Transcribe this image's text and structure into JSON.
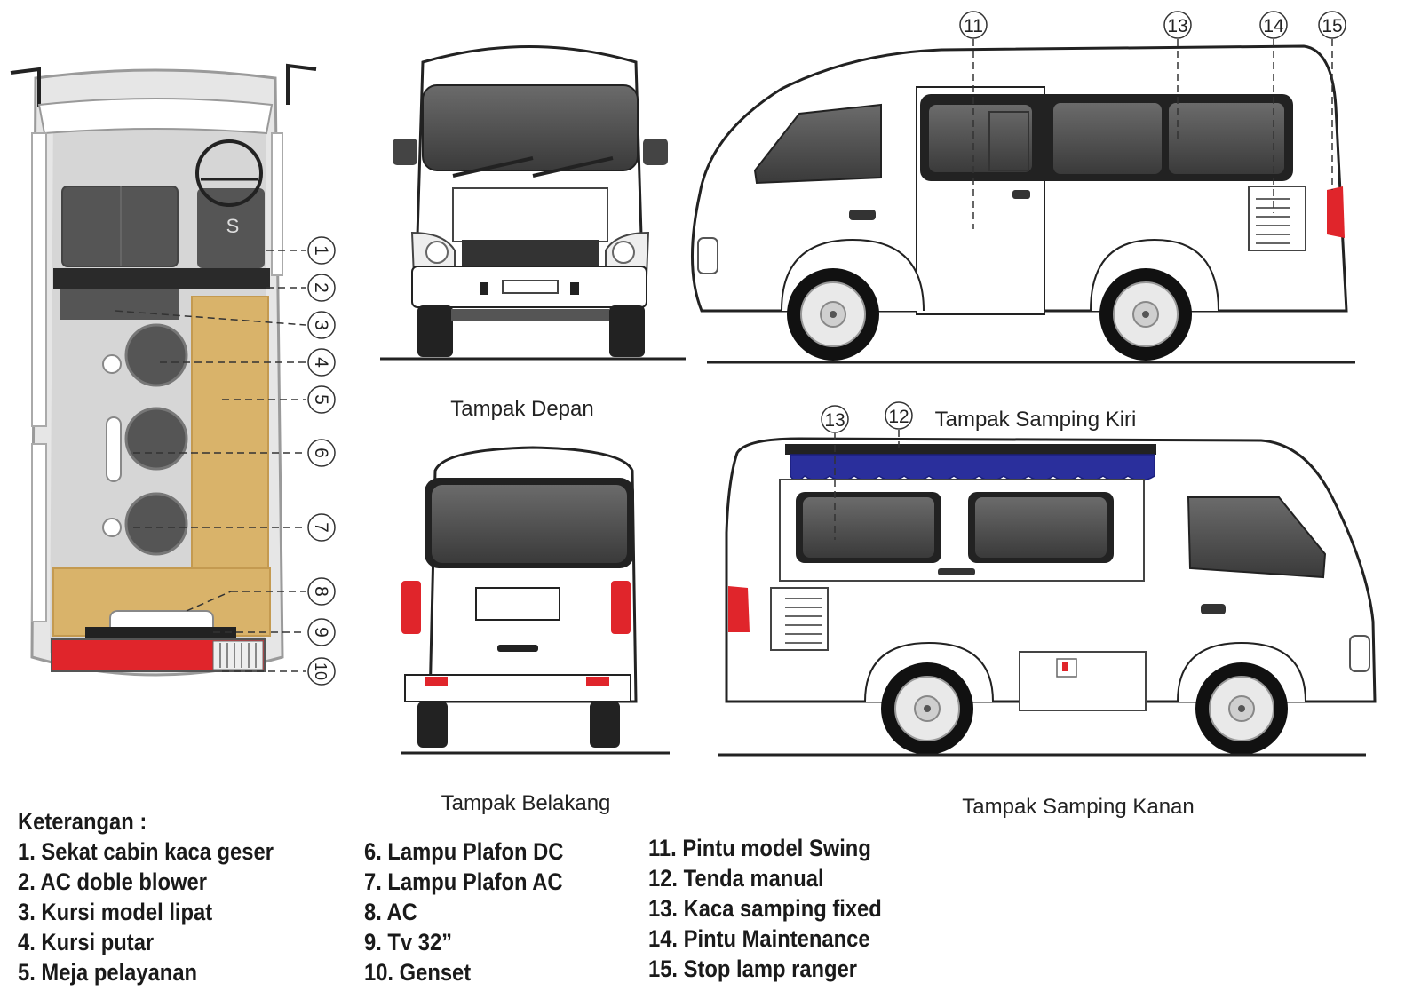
{
  "views": {
    "front": "Tampak Depan",
    "left": "Tampak Samping Kiri",
    "rear": "Tampak Belakang",
    "right": "Tampak Samping Kanan"
  },
  "floorplan": {
    "driver_seat_mark": "S",
    "callouts": [
      "1",
      "2",
      "3",
      "4",
      "5",
      "6",
      "7",
      "8",
      "9",
      "10"
    ]
  },
  "left_view_callouts": [
    "11",
    "13",
    "14",
    "15"
  ],
  "right_view_callouts": [
    "13",
    "12"
  ],
  "legend": {
    "title": "Keterangan :",
    "col1": [
      "1. Sekat cabin kaca geser",
      "2. AC doble blower",
      "3. Kursi model lipat",
      "4. Kursi putar",
      "5. Meja pelayanan"
    ],
    "col2": [
      "6. Lampu Plafon DC",
      "7. Lampu Plafon AC",
      "8. AC",
      "9. Tv 32”",
      "10. Genset"
    ],
    "col3": [
      "11. Pintu model Swing",
      "12. Tenda manual",
      "13. Kaca samping fixed",
      "14. Pintu Maintenance",
      "15. Stop lamp ranger"
    ]
  },
  "colors": {
    "table": "#d9b36a",
    "seat": "#555555",
    "awning": "#2a2f9c",
    "stoplamp": "#e0252b",
    "glass": "#4a4a4a"
  }
}
